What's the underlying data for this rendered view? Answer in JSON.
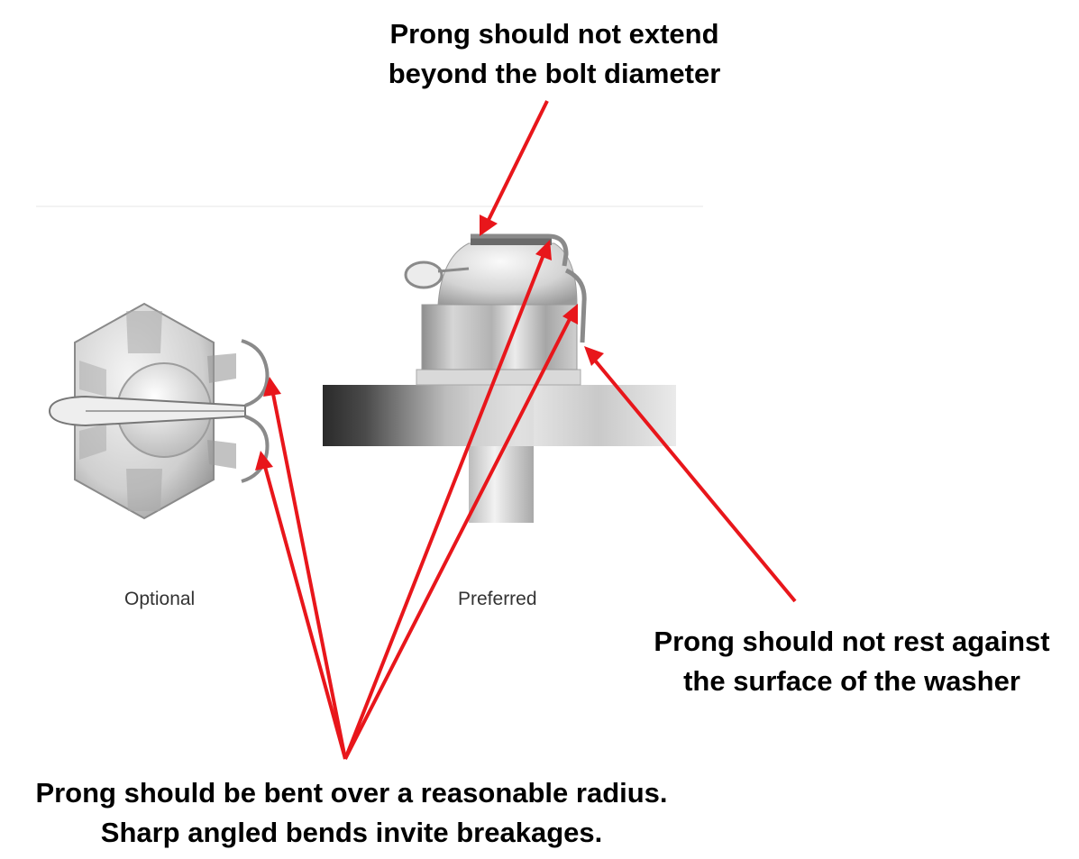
{
  "callouts": {
    "top": [
      "Prong should not extend",
      "beyond the bolt diameter"
    ],
    "right": [
      "Prong should not rest against",
      "the surface of the washer"
    ],
    "bottom": [
      "Prong should be bent over a reasonable radius.",
      "Sharp angled bends invite breakages."
    ]
  },
  "captions": {
    "optional": "Optional",
    "preferred": "Preferred"
  },
  "colors": {
    "arrow": "#e8161b",
    "text": "#000000",
    "metal_light": "#e6e6e6",
    "metal_dark": "#7a7a7a",
    "washer_dark": "#3a3a3a"
  }
}
